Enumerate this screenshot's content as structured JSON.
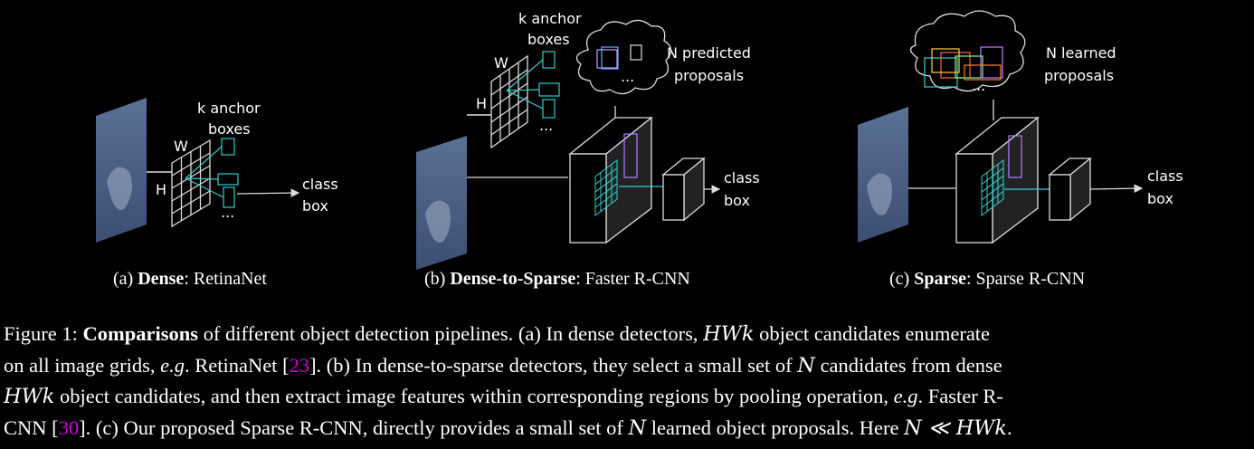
{
  "panels": {
    "a": {
      "k_anchor": "k anchor",
      "boxes": "boxes",
      "w": "W",
      "h": "H",
      "class": "class",
      "box": "box",
      "dots": "...",
      "caption_prefix": "(a) ",
      "caption_bold": "Dense",
      "caption_rest": ": RetinaNet"
    },
    "b": {
      "k_anchor": "k anchor",
      "boxes": "boxes",
      "w": "W",
      "h": "H",
      "n_predicted": "N predicted",
      "proposals": "proposals",
      "class": "class",
      "box": "box",
      "dots": "...",
      "caption_prefix": "(b) ",
      "caption_bold": "Dense-to-Sparse",
      "caption_rest": ": Faster R-CNN"
    },
    "c": {
      "n_learned": "N learned",
      "proposals": "proposals",
      "class": "class",
      "box": "box",
      "dots": "...",
      "caption_prefix": "(c) ",
      "caption_bold": "Sparse",
      "caption_rest": ": Sparse R-CNN"
    }
  },
  "caption": {
    "l1_a": "Figure 1: ",
    "l1_bold": "Comparisons",
    "l1_b": " of different object detection pipelines. (a) In dense detectors, ",
    "l1_math": "HWk",
    "l1_c": " object candidates enumerate",
    "l2_a": "on all image grids, ",
    "l2_eg": "e.g",
    "l2_b": ". RetinaNet [",
    "l2_cite": "23",
    "l2_c": "]. (b) In dense-to-sparse detectors, they select a small set of ",
    "l2_math": "N",
    "l2_d": " candidates from dense",
    "l3_math": "HWk",
    "l3_a": " object candidates, and then extract image features within corresponding regions by pooling operation, ",
    "l3_eg": "e.g",
    "l3_b": ". Faster R-",
    "l4_a": "CNN [",
    "l4_cite": "30",
    "l4_b": "]. (c) Our proposed Sparse R-CNN, directly provides a small set of ",
    "l4_math": "N",
    "l4_c": " learned object proposals. Here ",
    "l4_math2": "N ≪ HWk",
    "l4_d": "."
  },
  "colors": {
    "image_top": "#5a7095",
    "image_bottom": "#3c4e72",
    "anchor": "#33cccc",
    "cyan_grid": "#30d0d0",
    "citation": "#d000d0"
  }
}
